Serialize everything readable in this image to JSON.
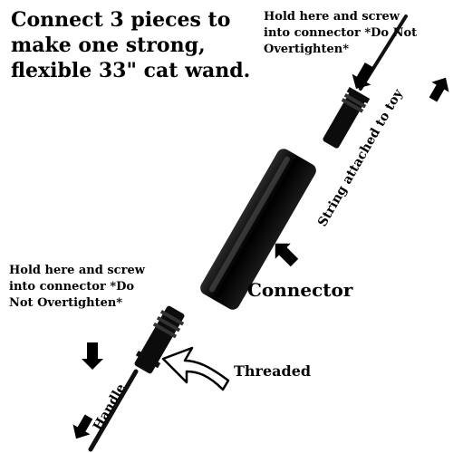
{
  "headline": {
    "lines": [
      "Connect 3 pieces to",
      "make one strong,",
      "flexible 33\" cat wand."
    ]
  },
  "top_instruction": {
    "lines": [
      "Hold here and screw",
      "into connector *Do Not",
      "Overtighten*"
    ]
  },
  "bottom_instruction": {
    "lines": [
      "Hold here and screw",
      "into connector *Do",
      "Not Overtighten*"
    ]
  },
  "labels": {
    "connector": "Connector",
    "threaded": "Threaded",
    "string": "String attached to toy",
    "handle": "Handle"
  },
  "icons": {
    "arrow": "arrow-icon",
    "curved_arrow": "curved-arrow-icon"
  },
  "colors": {
    "wand": "#111111",
    "connector_highlight": "#555555",
    "text": "#000000"
  }
}
